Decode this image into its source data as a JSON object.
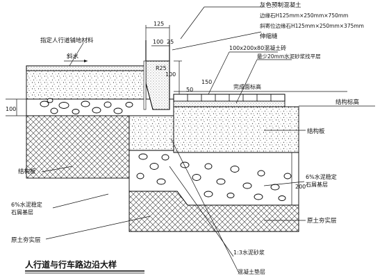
{
  "title": "人行道与行车路边沿大样",
  "labels": {
    "curb_concrete": "灰色预制混凝土",
    "curb_stone": "边缘石H125mm×250mm×750mm",
    "dropped_curb": "斜寄位边缘石H125mm×250mm×375mm",
    "joint": "伸缩缝",
    "sidewalk_finish": "指定人行道铺地材料",
    "slope": "斜水",
    "brick": "100x200x80混凝土砖",
    "mortar": "最少20mm水泥砂浆找平层",
    "finished_level": "完成面标高",
    "structural_level": "结构标高",
    "structural_slab_right": "结构板",
    "structural_slab_left": "结构板",
    "stabilized_base_right": "6%水泥稳定\n石屑基层",
    "stabilized_base_left": "6%水泥稳定\n石屑基层",
    "subgrade_right": "原土夯实层",
    "subgrade_left": "原土夯实层",
    "mortar_bed": "1:3水泥砂浆",
    "concrete_pad": "混凝土垫层"
  },
  "dimensions": {
    "d125": "125",
    "d100_top": "100",
    "d25": "25",
    "r25": "R25",
    "d100_mid": "100",
    "d50": "50",
    "d150": "150",
    "d100_left": "100",
    "d200": "200"
  }
}
